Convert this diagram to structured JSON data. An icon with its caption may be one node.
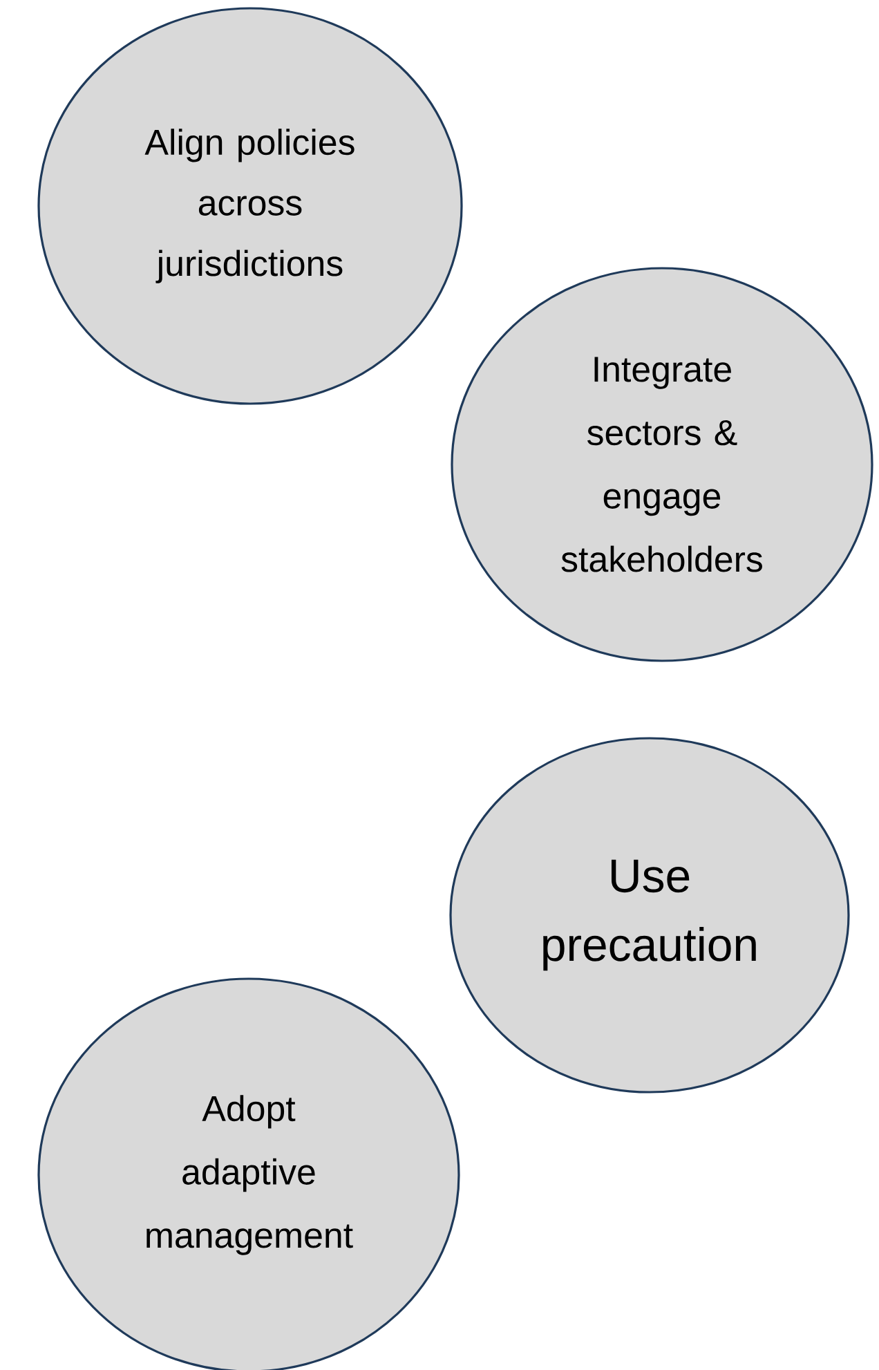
{
  "diagram": {
    "nodes": [
      {
        "text": [
          "Align policies across jurisdictions"
        ]
      },
      {
        "text": [
          "Integrate sectors & engage stakeholders"
        ]
      },
      {
        "text": [
          "Use precaution"
        ]
      },
      {
        "text": [
          "Adopt adaptive management"
        ]
      }
    ]
  }
}
